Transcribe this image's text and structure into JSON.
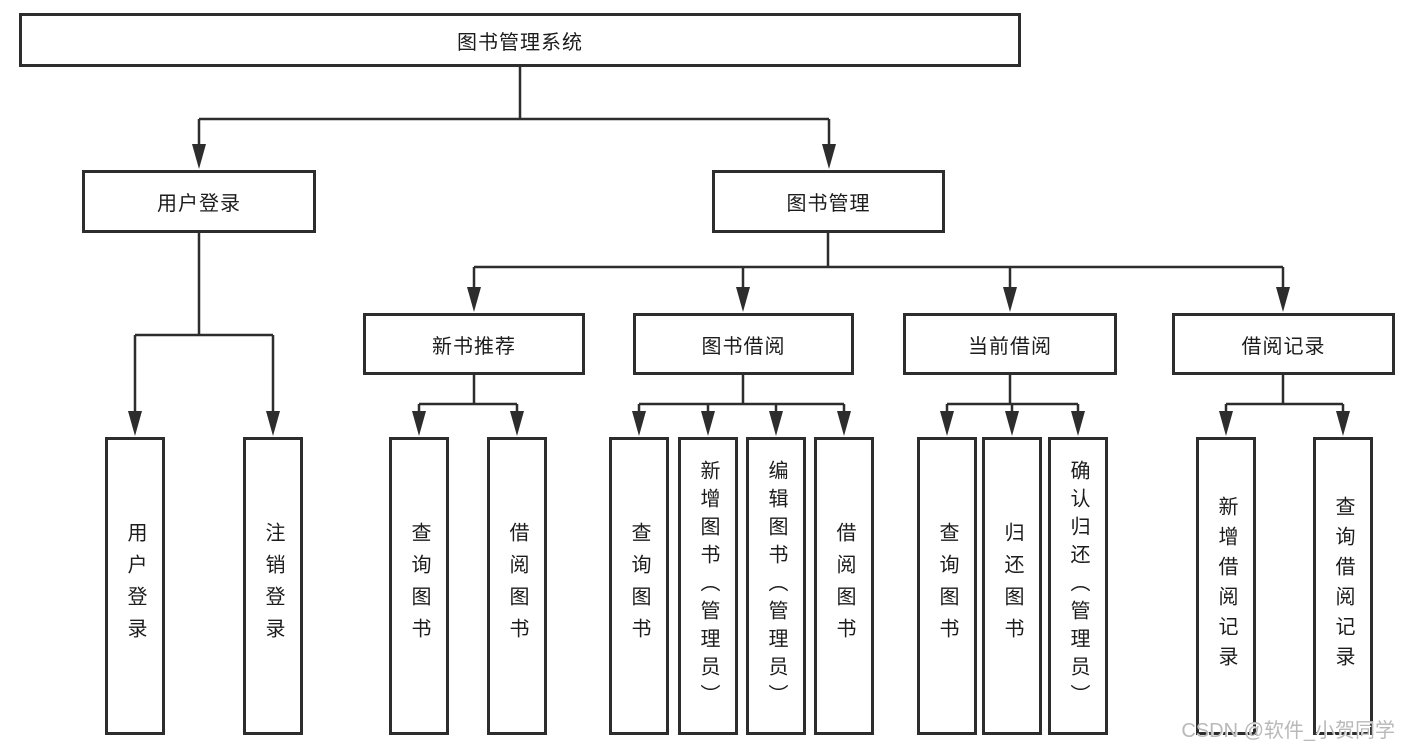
{
  "diagram": {
    "tree": {
      "label": "图书管理系统",
      "children": [
        {
          "label": "用户登录",
          "children": [
            {
              "label": "用户登录"
            },
            {
              "label": "注销登录"
            }
          ]
        },
        {
          "label": "图书管理",
          "children": [
            {
              "label": "新书推荐",
              "children": [
                {
                  "label": "查询图书"
                },
                {
                  "label": "借阅图书"
                }
              ]
            },
            {
              "label": "图书借阅",
              "children": [
                {
                  "label": "查询图书"
                },
                {
                  "label": "新增图书（管理员）"
                },
                {
                  "label": "编辑图书（管理员）"
                },
                {
                  "label": "借阅图书"
                }
              ]
            },
            {
              "label": "当前借阅",
              "children": [
                {
                  "label": "查询图书"
                },
                {
                  "label": "归还图书"
                },
                {
                  "label": "确认归还（管理员）"
                }
              ]
            },
            {
              "label": "借阅记录",
              "children": [
                {
                  "label": "新增借阅记录"
                },
                {
                  "label": "查询借阅记录"
                }
              ]
            }
          ]
        }
      ]
    }
  },
  "watermark": {
    "text": "CSDN @软件_小贺同学"
  },
  "colors": {
    "line": "#2d2d2d",
    "box_border": "#2d2d2d",
    "text": "#1c1c1c",
    "background": "#ffffff",
    "watermark_text": "#b9b9b9"
  }
}
